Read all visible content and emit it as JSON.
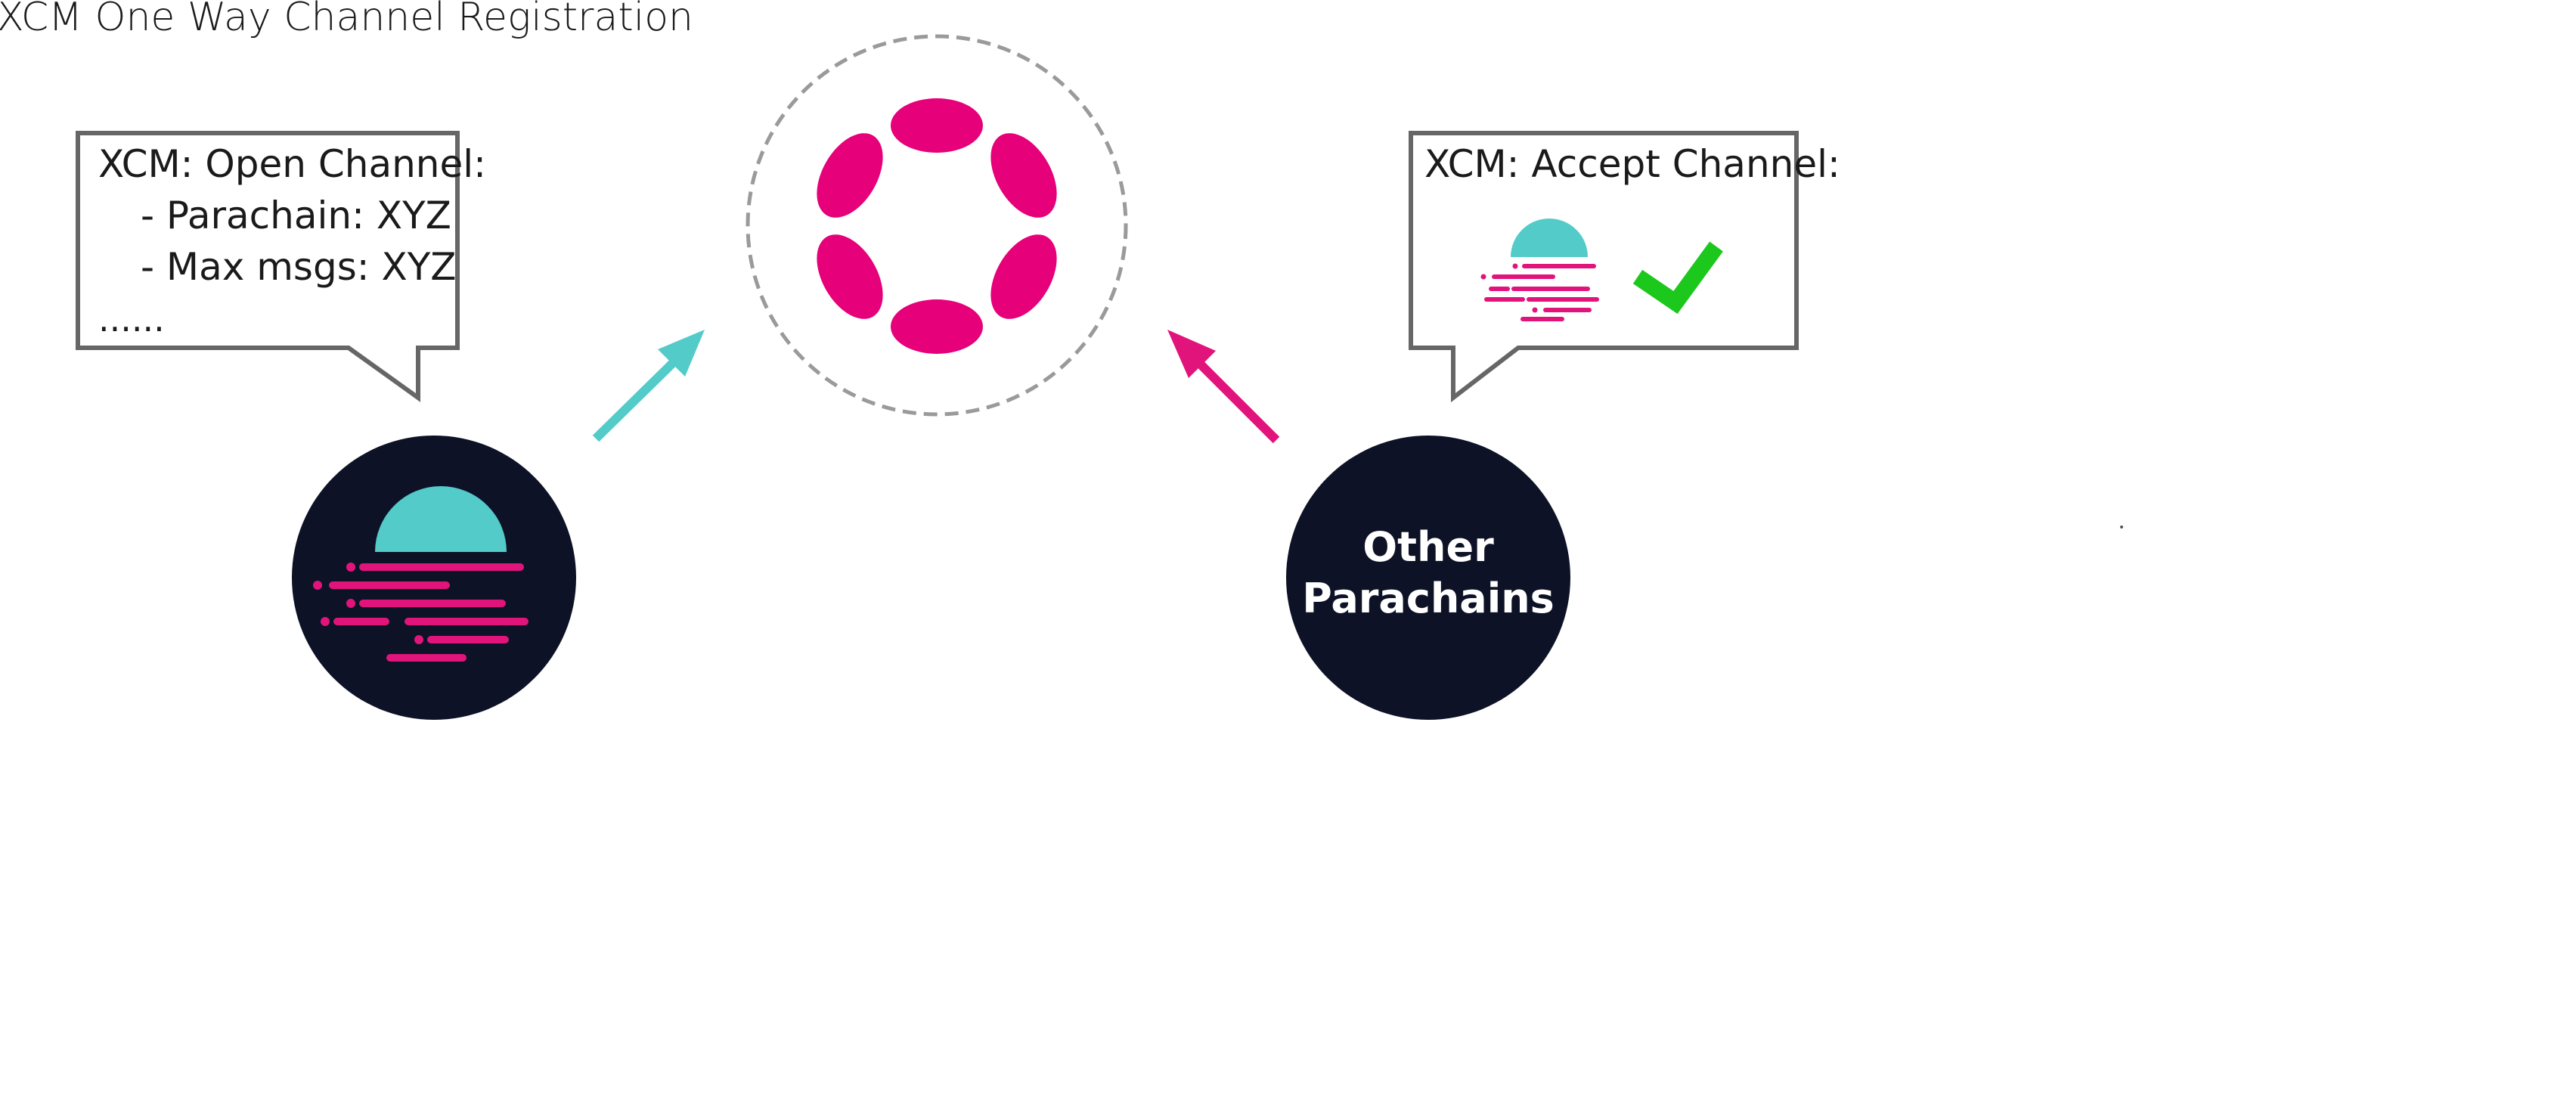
{
  "title": "XCM One Way Channel Registration",
  "colors": {
    "relay_pink": "#E6007A",
    "moonbeam_teal": "#53CBC9",
    "moonbeam_pink": "#E1147B",
    "node_dark": "#0D1226",
    "bubble_border": "#666666",
    "dashed_circle": "#9a9a9a",
    "check_green": "#1DC81D",
    "arrow_teal": "#53CBC9",
    "arrow_pink": "#E1147B"
  },
  "open_bubble": {
    "line1": "XCM: Open Channel:",
    "line2": "- Parachain: XYZ",
    "line3": "- Max msgs: XYZ",
    "line4": "......"
  },
  "accept_bubble": {
    "line1": "XCM: Accept Channel:"
  },
  "relay_node": {
    "icon": "polkadot-logo-icon"
  },
  "moonbeam_node": {
    "icon": "moonbeam-logo-icon"
  },
  "other_node": {
    "line1": "Other",
    "line2": "Parachains"
  },
  "arrows": {
    "left": "arrow-up-right-icon",
    "right": "arrow-up-left-icon"
  },
  "accept_check": {
    "icon": "checkmark-icon"
  }
}
